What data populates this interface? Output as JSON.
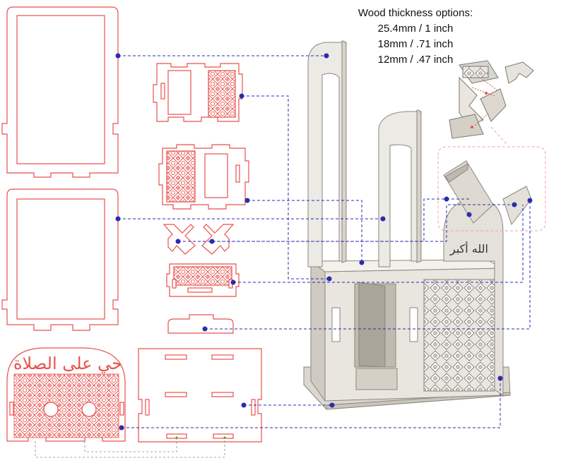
{
  "notes": {
    "title": "Wood thickness options:",
    "options": [
      "25.4mm / 1 inch",
      "18mm / .71 inch",
      "12mm / .47 inch"
    ]
  },
  "calligraphy": {
    "front_panel": "حي على الصلاة",
    "roof_panel": "الله أكبر"
  },
  "colors": {
    "cut_line": "#e8504c",
    "guide_line": "#2b2bb0",
    "model_face": "#e9e6df",
    "model_edge": "#8a877f",
    "detail_border": "#f0a5a5"
  }
}
